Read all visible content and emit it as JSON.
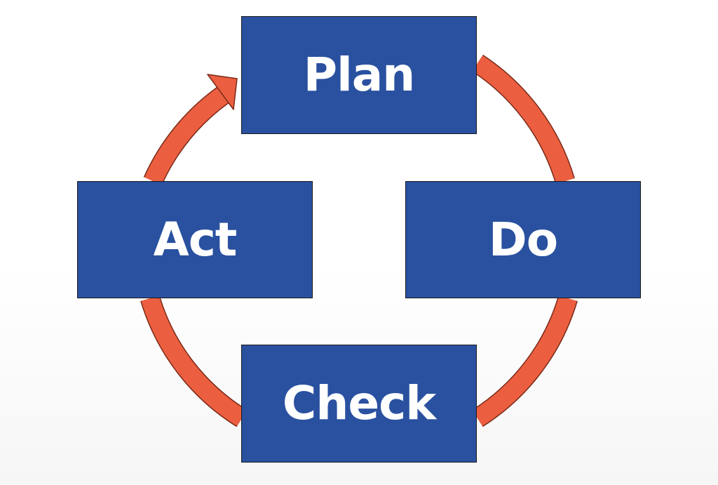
{
  "diagram": {
    "stages": {
      "plan": "Plan",
      "do": "Do",
      "check": "Check",
      "act": "Act"
    },
    "colors": {
      "box_fill": "#2a51a0",
      "box_border": "#1a1a1a",
      "label_text": "#ffffff",
      "cycle_arrow": "#eb5f40",
      "cycle_arrow_outline": "#7a2a18"
    }
  }
}
